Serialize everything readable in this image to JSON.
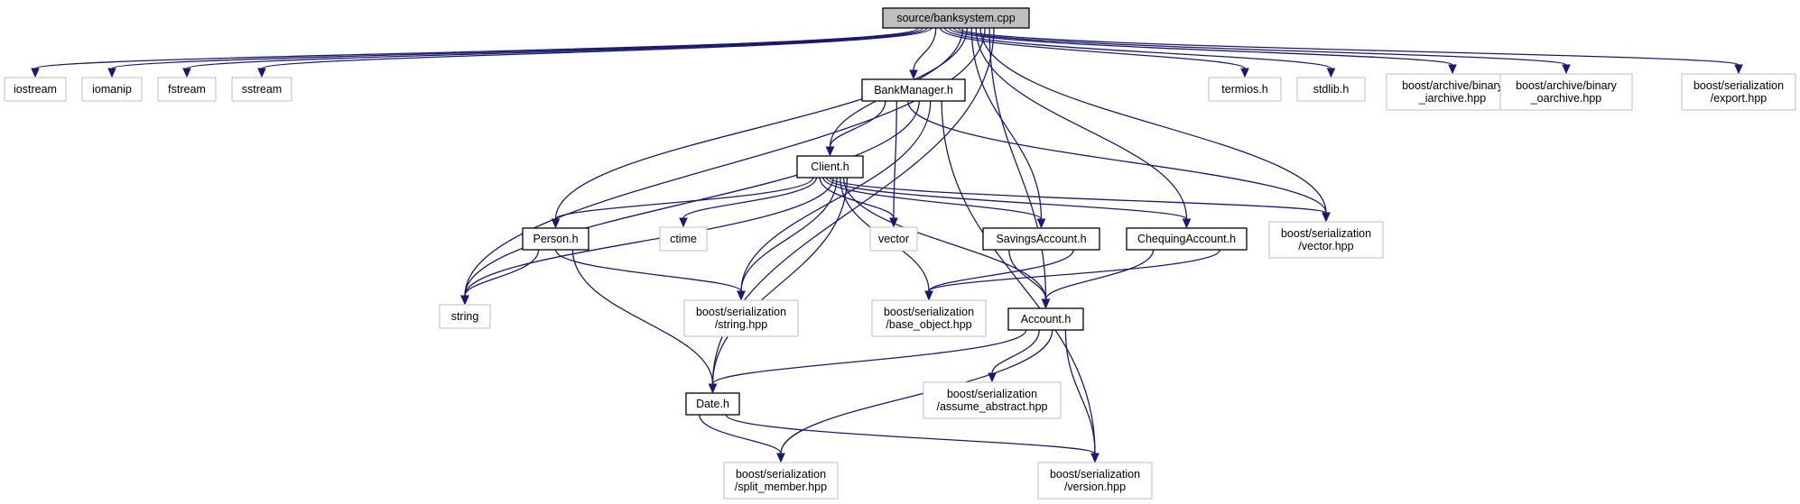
{
  "graph": {
    "colors": {
      "edge": "#191970",
      "root_fill": "#bfbfbf",
      "strong_border": "#000000",
      "weak_border": "#bfbfbf"
    },
    "nodes": [
      {
        "id": "root",
        "lines": [
          "source/banksystem.cpp"
        ],
        "style": "root"
      },
      {
        "id": "iostream",
        "lines": [
          "iostream"
        ],
        "style": "weak"
      },
      {
        "id": "iomanip",
        "lines": [
          "iomanip"
        ],
        "style": "weak"
      },
      {
        "id": "fstream",
        "lines": [
          "fstream"
        ],
        "style": "weak"
      },
      {
        "id": "sstream",
        "lines": [
          "sstream"
        ],
        "style": "weak"
      },
      {
        "id": "bankmanager",
        "lines": [
          "BankManager.h"
        ],
        "style": "strong"
      },
      {
        "id": "termios",
        "lines": [
          "termios.h"
        ],
        "style": "weak"
      },
      {
        "id": "stdlib",
        "lines": [
          "stdlib.h"
        ],
        "style": "weak"
      },
      {
        "id": "binary_iarchive",
        "lines": [
          "boost/archive/binary",
          "_iarchive.hpp"
        ],
        "style": "weak"
      },
      {
        "id": "binary_oarchive",
        "lines": [
          "boost/archive/binary",
          "_oarchive.hpp"
        ],
        "style": "weak"
      },
      {
        "id": "export",
        "lines": [
          "boost/serialization",
          "/export.hpp"
        ],
        "style": "weak"
      },
      {
        "id": "client",
        "lines": [
          "Client.h"
        ],
        "style": "strong"
      },
      {
        "id": "person",
        "lines": [
          "Person.h"
        ],
        "style": "strong"
      },
      {
        "id": "ctime",
        "lines": [
          "ctime"
        ],
        "style": "weak"
      },
      {
        "id": "vector",
        "lines": [
          "vector"
        ],
        "style": "weak"
      },
      {
        "id": "savings",
        "lines": [
          "SavingsAccount.h"
        ],
        "style": "strong"
      },
      {
        "id": "chequing",
        "lines": [
          "ChequingAccount.h"
        ],
        "style": "strong"
      },
      {
        "id": "ser_vector",
        "lines": [
          "boost/serialization",
          "/vector.hpp"
        ],
        "style": "weak"
      },
      {
        "id": "string",
        "lines": [
          "string"
        ],
        "style": "weak"
      },
      {
        "id": "ser_string",
        "lines": [
          "boost/serialization",
          "/string.hpp"
        ],
        "style": "weak"
      },
      {
        "id": "base_object",
        "lines": [
          "boost/serialization",
          "/base_object.hpp"
        ],
        "style": "weak"
      },
      {
        "id": "account",
        "lines": [
          "Account.h"
        ],
        "style": "strong"
      },
      {
        "id": "assume_abstract",
        "lines": [
          "boost/serialization",
          "/assume_abstract.hpp"
        ],
        "style": "weak"
      },
      {
        "id": "date",
        "lines": [
          "Date.h"
        ],
        "style": "strong"
      },
      {
        "id": "split_member",
        "lines": [
          "boost/serialization",
          "/split_member.hpp"
        ],
        "style": "weak"
      },
      {
        "id": "version",
        "lines": [
          "boost/serialization",
          "/version.hpp"
        ],
        "style": "weak"
      }
    ],
    "edges": [
      [
        "root",
        "iostream"
      ],
      [
        "root",
        "iomanip"
      ],
      [
        "root",
        "fstream"
      ],
      [
        "root",
        "sstream"
      ],
      [
        "root",
        "bankmanager"
      ],
      [
        "root",
        "termios"
      ],
      [
        "root",
        "stdlib"
      ],
      [
        "root",
        "binary_iarchive"
      ],
      [
        "root",
        "binary_oarchive"
      ],
      [
        "root",
        "export"
      ],
      [
        "root",
        "client"
      ],
      [
        "root",
        "person"
      ],
      [
        "root",
        "savings"
      ],
      [
        "root",
        "chequing"
      ],
      [
        "root",
        "ser_vector"
      ],
      [
        "root",
        "string"
      ],
      [
        "root",
        "account"
      ],
      [
        "root",
        "date"
      ],
      [
        "bankmanager",
        "client"
      ],
      [
        "bankmanager",
        "vector"
      ],
      [
        "bankmanager",
        "ser_vector"
      ],
      [
        "bankmanager",
        "string"
      ],
      [
        "bankmanager",
        "ser_string"
      ],
      [
        "bankmanager",
        "version"
      ],
      [
        "client",
        "person"
      ],
      [
        "client",
        "ctime"
      ],
      [
        "client",
        "vector"
      ],
      [
        "client",
        "savings"
      ],
      [
        "client",
        "chequing"
      ],
      [
        "client",
        "ser_vector"
      ],
      [
        "client",
        "string"
      ],
      [
        "client",
        "ser_string"
      ],
      [
        "client",
        "base_object"
      ],
      [
        "client",
        "account"
      ],
      [
        "client",
        "date"
      ],
      [
        "person",
        "string"
      ],
      [
        "person",
        "ser_string"
      ],
      [
        "person",
        "date"
      ],
      [
        "savings",
        "account"
      ],
      [
        "savings",
        "base_object"
      ],
      [
        "chequing",
        "account"
      ],
      [
        "chequing",
        "base_object"
      ],
      [
        "account",
        "date"
      ],
      [
        "account",
        "assume_abstract"
      ],
      [
        "account",
        "split_member"
      ],
      [
        "account",
        "version"
      ],
      [
        "date",
        "split_member"
      ],
      [
        "date",
        "version"
      ]
    ]
  }
}
